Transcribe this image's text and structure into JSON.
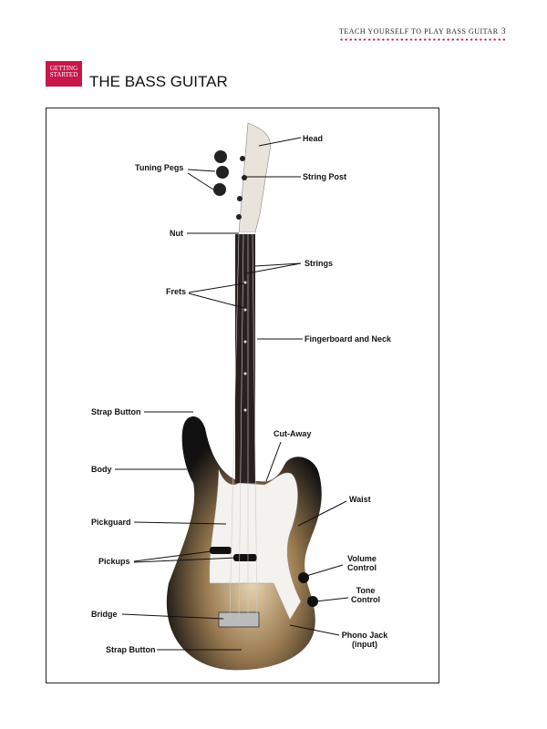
{
  "header": {
    "running_title": "TEACH YOURSELF TO PLAY BASS GUITAR",
    "page_number": "3",
    "accent": "#c8174a"
  },
  "section_badge": {
    "line1": "GETTING",
    "line2": "STARTED"
  },
  "page_title": "THE BASS GUITAR",
  "labels": {
    "head": "Head",
    "tuning_pegs": "Tuning Pegs",
    "string_post": "String Post",
    "nut": "Nut",
    "strings": "Strings",
    "frets": "Frets",
    "fingerboard": "Fingerboard and Neck",
    "strap_button_top": "Strap Button",
    "cut_away": "Cut-Away",
    "body": "Body",
    "waist": "Waist",
    "pickguard": "Pickguard",
    "pickups": "Pickups",
    "volume_1": "Volume",
    "volume_2": "Control",
    "tone_1": "Tone",
    "tone_2": "Control",
    "bridge": "Bridge",
    "phono_1": "Phono Jack",
    "phono_2": "(input)",
    "strap_button_bottom": "Strap Button"
  }
}
